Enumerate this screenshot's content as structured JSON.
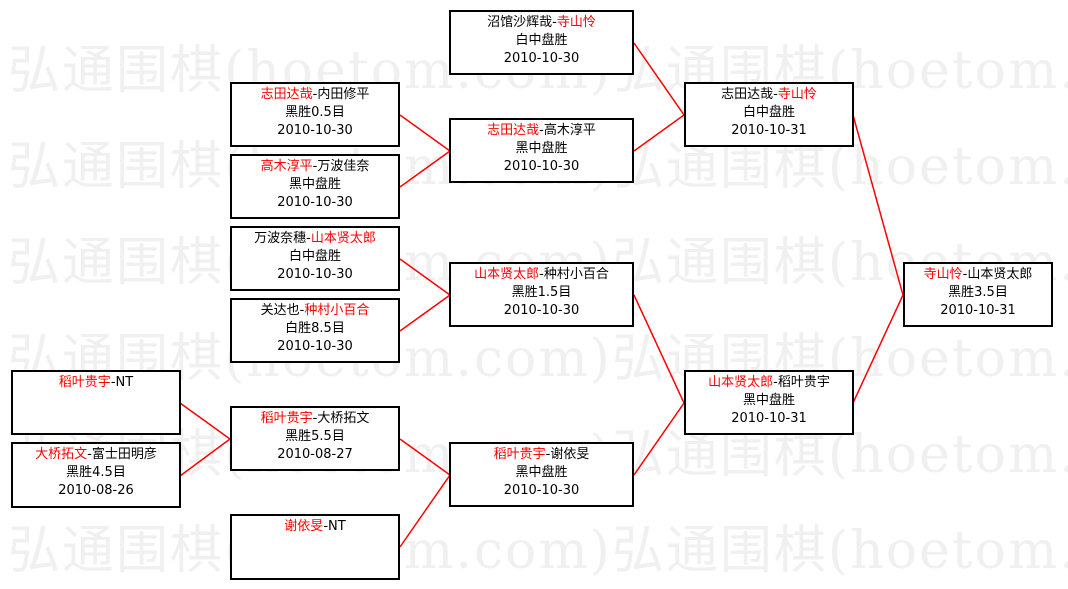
{
  "colors": {
    "winner": "#ff0000",
    "line": "#ff0000",
    "border": "#000000",
    "watermark": "#f0f0f0"
  },
  "watermark": {
    "text": "弘通围棋(hoetom.com)弘通围棋(hoetom.com)"
  },
  "matches": {
    "r1_a": {
      "winner": "稻叶贵宇",
      "sep": "-",
      "loser": "NT",
      "winner_first": true,
      "result": "",
      "date": ""
    },
    "r1_b": {
      "winner": "大桥拓文",
      "sep": "-",
      "loser": "富士田明彦",
      "winner_first": true,
      "result": "黑胜4.5目",
      "date": "2010-08-26"
    },
    "r2_a": {
      "winner": "志田达哉",
      "sep": "-",
      "loser": "内田修平",
      "winner_first": true,
      "result": "黑胜0.5目",
      "date": "2010-10-30"
    },
    "r2_b": {
      "winner": "高木淳平",
      "sep": "-",
      "loser": "万波佳奈",
      "winner_first": true,
      "result": "黑中盘胜",
      "date": "2010-10-30"
    },
    "r2_c": {
      "winner": "山本贤太郎",
      "sep": "-",
      "loser": "万波奈穗",
      "winner_first": false,
      "result": "白中盘胜",
      "date": "2010-10-30"
    },
    "r2_d": {
      "winner": "种村小百合",
      "sep": "-",
      "loser": "关达也",
      "winner_first": false,
      "result": "白胜8.5目",
      "date": "2010-10-30"
    },
    "r2_e": {
      "winner": "稻叶贵宇",
      "sep": "-",
      "loser": "大桥拓文",
      "winner_first": true,
      "result": "黑胜5.5目",
      "date": "2010-08-27"
    },
    "r2_f": {
      "winner": "谢依旻",
      "sep": "-",
      "loser": "NT",
      "winner_first": true,
      "result": "",
      "date": ""
    },
    "r3_a": {
      "winner": "寺山怜",
      "sep": "-",
      "loser": "沼馆沙辉哉",
      "winner_first": false,
      "result": "白中盘胜",
      "date": "2010-10-30"
    },
    "r3_b": {
      "winner": "志田达哉",
      "sep": "-",
      "loser": "高木淳平",
      "winner_first": true,
      "result": "黑中盘胜",
      "date": "2010-10-30"
    },
    "r3_c": {
      "winner": "山本贤太郎",
      "sep": "-",
      "loser": "种村小百合",
      "winner_first": true,
      "result": "黑胜1.5目",
      "date": "2010-10-30"
    },
    "r3_d": {
      "winner": "稻叶贵宇",
      "sep": "-",
      "loser": "谢依旻",
      "winner_first": true,
      "result": "黑中盘胜",
      "date": "2010-10-30"
    },
    "r4_a": {
      "winner": "寺山怜",
      "sep": "-",
      "loser": "志田达哉",
      "winner_first": false,
      "result": "白中盘胜",
      "date": "2010-10-31"
    },
    "r4_b": {
      "winner": "山本贤太郎",
      "sep": "-",
      "loser": "稻叶贵宇",
      "winner_first": true,
      "result": "黑中盘胜",
      "date": "2010-10-31"
    },
    "final": {
      "winner": "寺山怜",
      "sep": "-",
      "loser": "山本贤太郎",
      "winner_first": true,
      "result": "黑胜3.5目",
      "date": "2010-10-31"
    }
  }
}
